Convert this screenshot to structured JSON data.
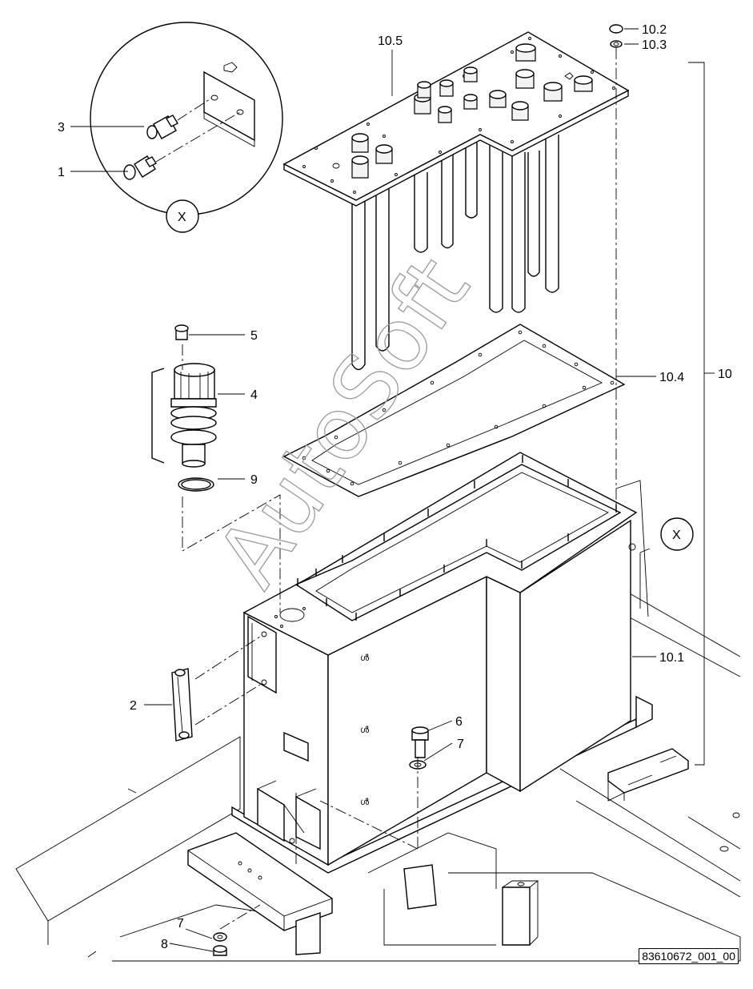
{
  "diagram": {
    "watermark": "AutoSoft",
    "reference_number": "83610672_001_00",
    "detail_marker": "X",
    "callouts": {
      "c1": "1",
      "c2": "2",
      "c3": "3",
      "c4": "4",
      "c5": "5",
      "c6": "6",
      "c7a": "7",
      "c7b": "7",
      "c8": "8",
      "c9": "9",
      "c10": "10",
      "c10_1": "10.1",
      "c10_2": "10.2",
      "c10_3": "10.3",
      "c10_4": "10.4",
      "c10_5": "10.5"
    }
  }
}
